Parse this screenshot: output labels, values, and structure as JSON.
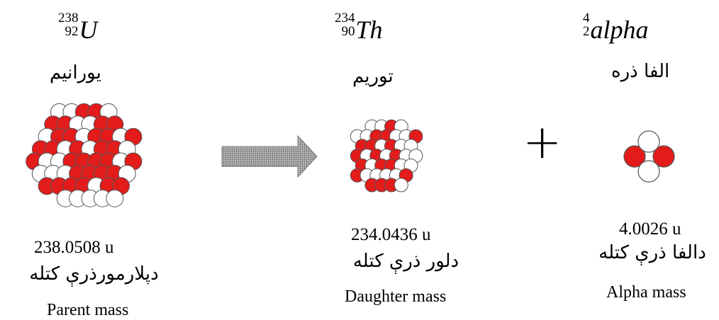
{
  "parent": {
    "mass_number": "238",
    "atomic_number": "92",
    "symbol": "U",
    "name_local": "يورانيم",
    "mass": "238.0508 u",
    "mass_label_local": "دپلارمورذرې كتله",
    "mass_label_en": "Parent mass"
  },
  "daughter": {
    "mass_number": "234",
    "atomic_number": "90",
    "symbol": "Th",
    "name_local": "توريم",
    "mass": "234.0436 u",
    "mass_label_local": "دلور ذرې كتله",
    "mass_label_en": "Daughter mass"
  },
  "alpha": {
    "mass_number": "4",
    "atomic_number": "2",
    "symbol": "alpha",
    "name_local": "الفا ذره",
    "mass": "4.0026 u",
    "mass_label_local": "دالفا ذرې كتله",
    "mass_label_en": "Alpha mass"
  },
  "colors": {
    "proton": "#e31b1b",
    "neutron": "#ffffff",
    "outline": "#555555",
    "arrow_fill": "#bdbdbd",
    "arrow_hatch": "#5a5a5a"
  },
  "symbols": {
    "plus": "+"
  }
}
